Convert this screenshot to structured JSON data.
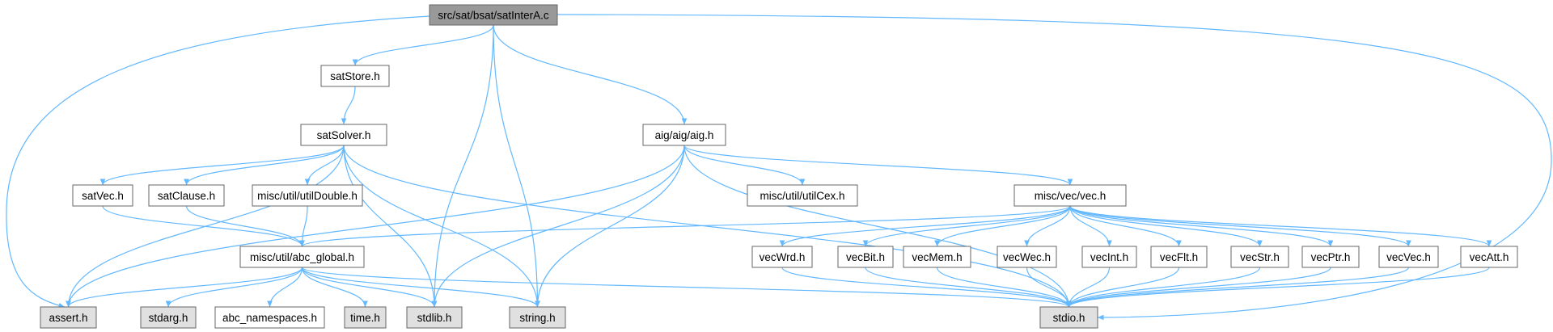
{
  "graph": {
    "colors": {
      "edge": "#63b8ff",
      "root_fill": "#999999",
      "file_fill": "#ffffff",
      "system_fill": "#e0e0e0",
      "border": "#666666"
    },
    "nodes": [
      {
        "id": "satInterA",
        "label": "src/sat/bsat/satInterA.c",
        "kind": "root"
      },
      {
        "id": "satStore",
        "label": "satStore.h",
        "kind": "file"
      },
      {
        "id": "satSolver",
        "label": "satSolver.h",
        "kind": "file"
      },
      {
        "id": "aig",
        "label": "aig/aig/aig.h",
        "kind": "file"
      },
      {
        "id": "satVec",
        "label": "satVec.h",
        "kind": "file"
      },
      {
        "id": "satClause",
        "label": "satClause.h",
        "kind": "file"
      },
      {
        "id": "utilDouble",
        "label": "misc/util/utilDouble.h",
        "kind": "file"
      },
      {
        "id": "utilCex",
        "label": "misc/util/utilCex.h",
        "kind": "file"
      },
      {
        "id": "vec",
        "label": "misc/vec/vec.h",
        "kind": "file"
      },
      {
        "id": "abc_global",
        "label": "misc/util/abc_global.h",
        "kind": "file"
      },
      {
        "id": "vecWrd",
        "label": "vecWrd.h",
        "kind": "file"
      },
      {
        "id": "vecBit",
        "label": "vecBit.h",
        "kind": "file"
      },
      {
        "id": "vecMem",
        "label": "vecMem.h",
        "kind": "file"
      },
      {
        "id": "vecWec",
        "label": "vecWec.h",
        "kind": "file"
      },
      {
        "id": "vecInt",
        "label": "vecInt.h",
        "kind": "file"
      },
      {
        "id": "vecFlt",
        "label": "vecFlt.h",
        "kind": "file"
      },
      {
        "id": "vecStr",
        "label": "vecStr.h",
        "kind": "file"
      },
      {
        "id": "vecPtr",
        "label": "vecPtr.h",
        "kind": "file"
      },
      {
        "id": "vecVec",
        "label": "vecVec.h",
        "kind": "file"
      },
      {
        "id": "vecAtt",
        "label": "vecAtt.h",
        "kind": "file"
      },
      {
        "id": "assert",
        "label": "assert.h",
        "kind": "system"
      },
      {
        "id": "stdarg",
        "label": "stdarg.h",
        "kind": "system"
      },
      {
        "id": "abc_namespaces",
        "label": "abc_namespaces.h",
        "kind": "file"
      },
      {
        "id": "time",
        "label": "time.h",
        "kind": "system"
      },
      {
        "id": "stdlib",
        "label": "stdlib.h",
        "kind": "system"
      },
      {
        "id": "string",
        "label": "string.h",
        "kind": "system"
      },
      {
        "id": "stdio",
        "label": "stdio.h",
        "kind": "system"
      }
    ],
    "edges": [
      [
        "satInterA",
        "assert"
      ],
      [
        "satInterA",
        "satStore"
      ],
      [
        "satInterA",
        "stdlib"
      ],
      [
        "satInterA",
        "string"
      ],
      [
        "satInterA",
        "aig"
      ],
      [
        "satInterA",
        "stdio"
      ],
      [
        "satStore",
        "satSolver"
      ],
      [
        "satSolver",
        "assert"
      ],
      [
        "satSolver",
        "satVec"
      ],
      [
        "satSolver",
        "satClause"
      ],
      [
        "satSolver",
        "utilDouble"
      ],
      [
        "satSolver",
        "stdlib"
      ],
      [
        "satSolver",
        "string"
      ],
      [
        "satSolver",
        "stdio"
      ],
      [
        "aig",
        "assert"
      ],
      [
        "aig",
        "stdlib"
      ],
      [
        "aig",
        "string"
      ],
      [
        "aig",
        "stdio"
      ],
      [
        "aig",
        "utilCex"
      ],
      [
        "aig",
        "vec"
      ],
      [
        "satVec",
        "abc_global"
      ],
      [
        "satClause",
        "abc_global"
      ],
      [
        "utilDouble",
        "abc_global"
      ],
      [
        "abc_global",
        "assert"
      ],
      [
        "abc_global",
        "stdarg"
      ],
      [
        "abc_global",
        "abc_namespaces"
      ],
      [
        "abc_global",
        "time"
      ],
      [
        "abc_global",
        "stdlib"
      ],
      [
        "abc_global",
        "string"
      ],
      [
        "abc_global",
        "stdio"
      ],
      [
        "vec",
        "abc_global"
      ],
      [
        "vec",
        "vecWrd"
      ],
      [
        "vec",
        "vecBit"
      ],
      [
        "vec",
        "vecMem"
      ],
      [
        "vec",
        "vecWec"
      ],
      [
        "vec",
        "vecInt"
      ],
      [
        "vec",
        "vecFlt"
      ],
      [
        "vec",
        "vecStr"
      ],
      [
        "vec",
        "vecPtr"
      ],
      [
        "vec",
        "vecVec"
      ],
      [
        "vec",
        "vecAtt"
      ],
      [
        "vecWrd",
        "stdio"
      ],
      [
        "vecBit",
        "stdio"
      ],
      [
        "vecMem",
        "stdio"
      ],
      [
        "vecWec",
        "stdio"
      ],
      [
        "vecInt",
        "stdio"
      ],
      [
        "vecFlt",
        "stdio"
      ],
      [
        "vecStr",
        "stdio"
      ],
      [
        "vecPtr",
        "stdio"
      ],
      [
        "vecVec",
        "stdio"
      ],
      [
        "vecAtt",
        "stdio"
      ]
    ]
  }
}
